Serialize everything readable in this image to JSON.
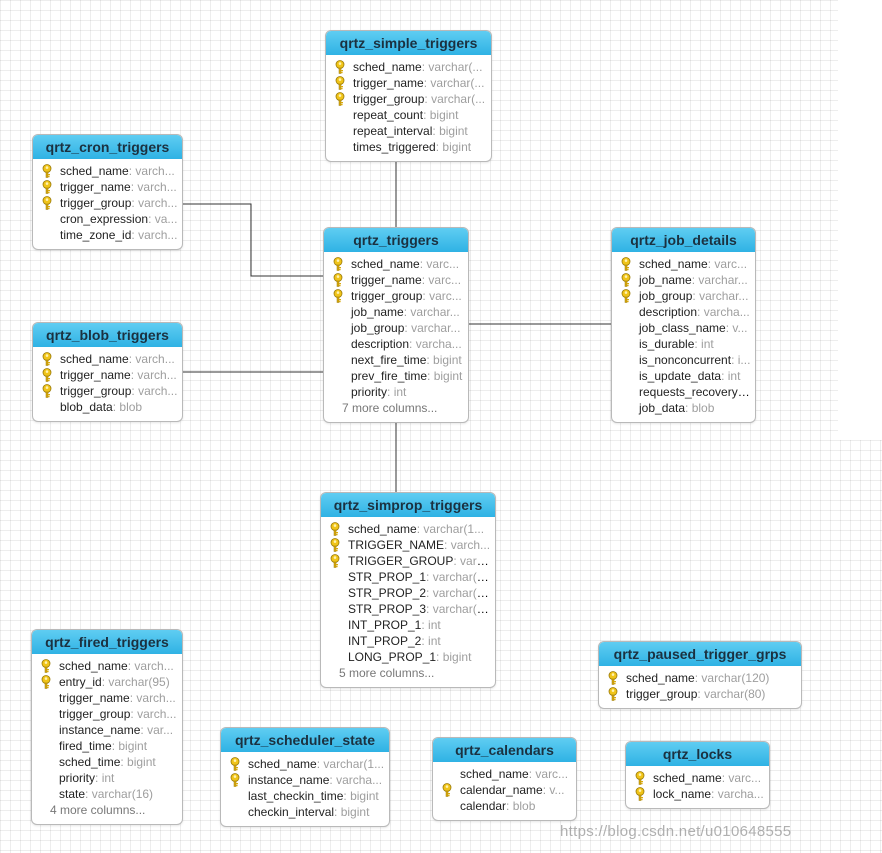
{
  "tables": [
    {
      "id": "qrtz_simple_triggers",
      "name": "qrtz_simple_triggers",
      "columns": [
        {
          "name": "sched_name",
          "type": "varchar(...",
          "key": true
        },
        {
          "name": "trigger_name",
          "type": "varchar(...",
          "key": true
        },
        {
          "name": "trigger_group",
          "type": "varchar(...",
          "key": true
        },
        {
          "name": "repeat_count",
          "type": "bigint",
          "key": false
        },
        {
          "name": "repeat_interval",
          "type": "bigint",
          "key": false
        },
        {
          "name": "times_triggered",
          "type": "bigint",
          "key": false
        }
      ]
    },
    {
      "id": "qrtz_cron_triggers",
      "name": "qrtz_cron_triggers",
      "columns": [
        {
          "name": "sched_name",
          "type": "varch...",
          "key": true
        },
        {
          "name": "trigger_name",
          "type": "varch...",
          "key": true
        },
        {
          "name": "trigger_group",
          "type": "varch...",
          "key": true
        },
        {
          "name": "cron_expression",
          "type": "va...",
          "key": false
        },
        {
          "name": "time_zone_id",
          "type": "varch...",
          "key": false
        }
      ]
    },
    {
      "id": "qrtz_triggers",
      "name": "qrtz_triggers",
      "columns": [
        {
          "name": "sched_name",
          "type": "varc...",
          "key": true
        },
        {
          "name": "trigger_name",
          "type": "varc...",
          "key": true
        },
        {
          "name": "trigger_group",
          "type": "varc...",
          "key": true
        },
        {
          "name": "job_name",
          "type": "varchar...",
          "key": false
        },
        {
          "name": "job_group",
          "type": "varchar...",
          "key": false
        },
        {
          "name": "description",
          "type": "varcha...",
          "key": false
        },
        {
          "name": "next_fire_time",
          "type": "bigint",
          "key": false
        },
        {
          "name": "prev_fire_time",
          "type": "bigint",
          "key": false
        },
        {
          "name": "priority",
          "type": "int",
          "key": false
        }
      ],
      "more": "7 more columns..."
    },
    {
      "id": "qrtz_job_details",
      "name": "qrtz_job_details",
      "columns": [
        {
          "name": "sched_name",
          "type": "varc...",
          "key": true
        },
        {
          "name": "job_name",
          "type": "varchar...",
          "key": true
        },
        {
          "name": "job_group",
          "type": "varchar...",
          "key": true
        },
        {
          "name": "description",
          "type": "varcha...",
          "key": false
        },
        {
          "name": "job_class_name",
          "type": "v...",
          "key": false
        },
        {
          "name": "is_durable",
          "type": "int",
          "key": false
        },
        {
          "name": "is_nonconcurrent",
          "type": "i...",
          "key": false
        },
        {
          "name": "is_update_data",
          "type": "int",
          "key": false
        },
        {
          "name": "requests_recovery",
          "type": "...",
          "key": false
        },
        {
          "name": "job_data",
          "type": "blob",
          "key": false
        }
      ]
    },
    {
      "id": "qrtz_blob_triggers",
      "name": "qrtz_blob_triggers",
      "columns": [
        {
          "name": "sched_name",
          "type": "varch...",
          "key": true
        },
        {
          "name": "trigger_name",
          "type": "varch...",
          "key": true
        },
        {
          "name": "trigger_group",
          "type": "varch...",
          "key": true
        },
        {
          "name": "blob_data",
          "type": "blob",
          "key": false
        }
      ]
    },
    {
      "id": "qrtz_simprop_triggers",
      "name": "qrtz_simprop_triggers",
      "columns": [
        {
          "name": "sched_name",
          "type": "varchar(1...",
          "key": true
        },
        {
          "name": "TRIGGER_NAME",
          "type": "varch...",
          "key": true
        },
        {
          "name": "TRIGGER_GROUP",
          "type": "varc...",
          "key": true
        },
        {
          "name": "STR_PROP_1",
          "type": "varchar(5...",
          "key": false
        },
        {
          "name": "STR_PROP_2",
          "type": "varchar(5...",
          "key": false
        },
        {
          "name": "STR_PROP_3",
          "type": "varchar(5...",
          "key": false
        },
        {
          "name": "INT_PROP_1",
          "type": "int",
          "key": false
        },
        {
          "name": "INT_PROP_2",
          "type": "int",
          "key": false
        },
        {
          "name": "LONG_PROP_1",
          "type": "bigint",
          "key": false
        }
      ],
      "more": "5 more columns..."
    },
    {
      "id": "qrtz_fired_triggers",
      "name": "qrtz_fired_triggers",
      "columns": [
        {
          "name": "sched_name",
          "type": "varch...",
          "key": true
        },
        {
          "name": "entry_id",
          "type": "varchar(95)",
          "key": true
        },
        {
          "name": "trigger_name",
          "type": "varch...",
          "key": false
        },
        {
          "name": "trigger_group",
          "type": "varch...",
          "key": false
        },
        {
          "name": "instance_name",
          "type": "var...",
          "key": false
        },
        {
          "name": "fired_time",
          "type": "bigint",
          "key": false
        },
        {
          "name": "sched_time",
          "type": "bigint",
          "key": false
        },
        {
          "name": "priority",
          "type": "int",
          "key": false
        },
        {
          "name": "state",
          "type": "varchar(16)",
          "key": false
        }
      ],
      "more": "4 more columns..."
    },
    {
      "id": "qrtz_paused_trigger_grps",
      "name": "qrtz_paused_trigger_grps",
      "columns": [
        {
          "name": "sched_name",
          "type": "varchar(120)",
          "key": true
        },
        {
          "name": "trigger_group",
          "type": "varchar(80)",
          "key": true
        }
      ]
    },
    {
      "id": "qrtz_scheduler_state",
      "name": "qrtz_scheduler_state",
      "columns": [
        {
          "name": "sched_name",
          "type": "varchar(1...",
          "key": true
        },
        {
          "name": "instance_name",
          "type": "varcha...",
          "key": true
        },
        {
          "name": "last_checkin_time",
          "type": "bigint",
          "key": false
        },
        {
          "name": "checkin_interval",
          "type": "bigint",
          "key": false
        }
      ]
    },
    {
      "id": "qrtz_calendars",
      "name": "qrtz_calendars",
      "columns": [
        {
          "name": "sched_name",
          "type": "varc...",
          "key": false
        },
        {
          "name": "calendar_name",
          "type": "v...",
          "key": true
        },
        {
          "name": "calendar",
          "type": "blob",
          "key": false
        }
      ]
    },
    {
      "id": "qrtz_locks",
      "name": "qrtz_locks",
      "columns": [
        {
          "name": "sched_name",
          "type": "varc...",
          "key": true
        },
        {
          "name": "lock_name",
          "type": "varcha...",
          "key": true
        }
      ]
    }
  ],
  "relations": [
    {
      "from": "qrtz_simple_triggers",
      "to": "qrtz_triggers"
    },
    {
      "from": "qrtz_cron_triggers",
      "to": "qrtz_triggers"
    },
    {
      "from": "qrtz_blob_triggers",
      "to": "qrtz_triggers"
    },
    {
      "from": "qrtz_triggers",
      "to": "qrtz_job_details"
    },
    {
      "from": "qrtz_triggers",
      "to": "qrtz_simprop_triggers"
    }
  ],
  "watermark": "https://blog.csdn.net/u010648555",
  "colors": {
    "header_top": "#5fcdf2",
    "header_bottom": "#2fb2e4",
    "key_icon": "#f0c419",
    "connector": "#333333"
  }
}
